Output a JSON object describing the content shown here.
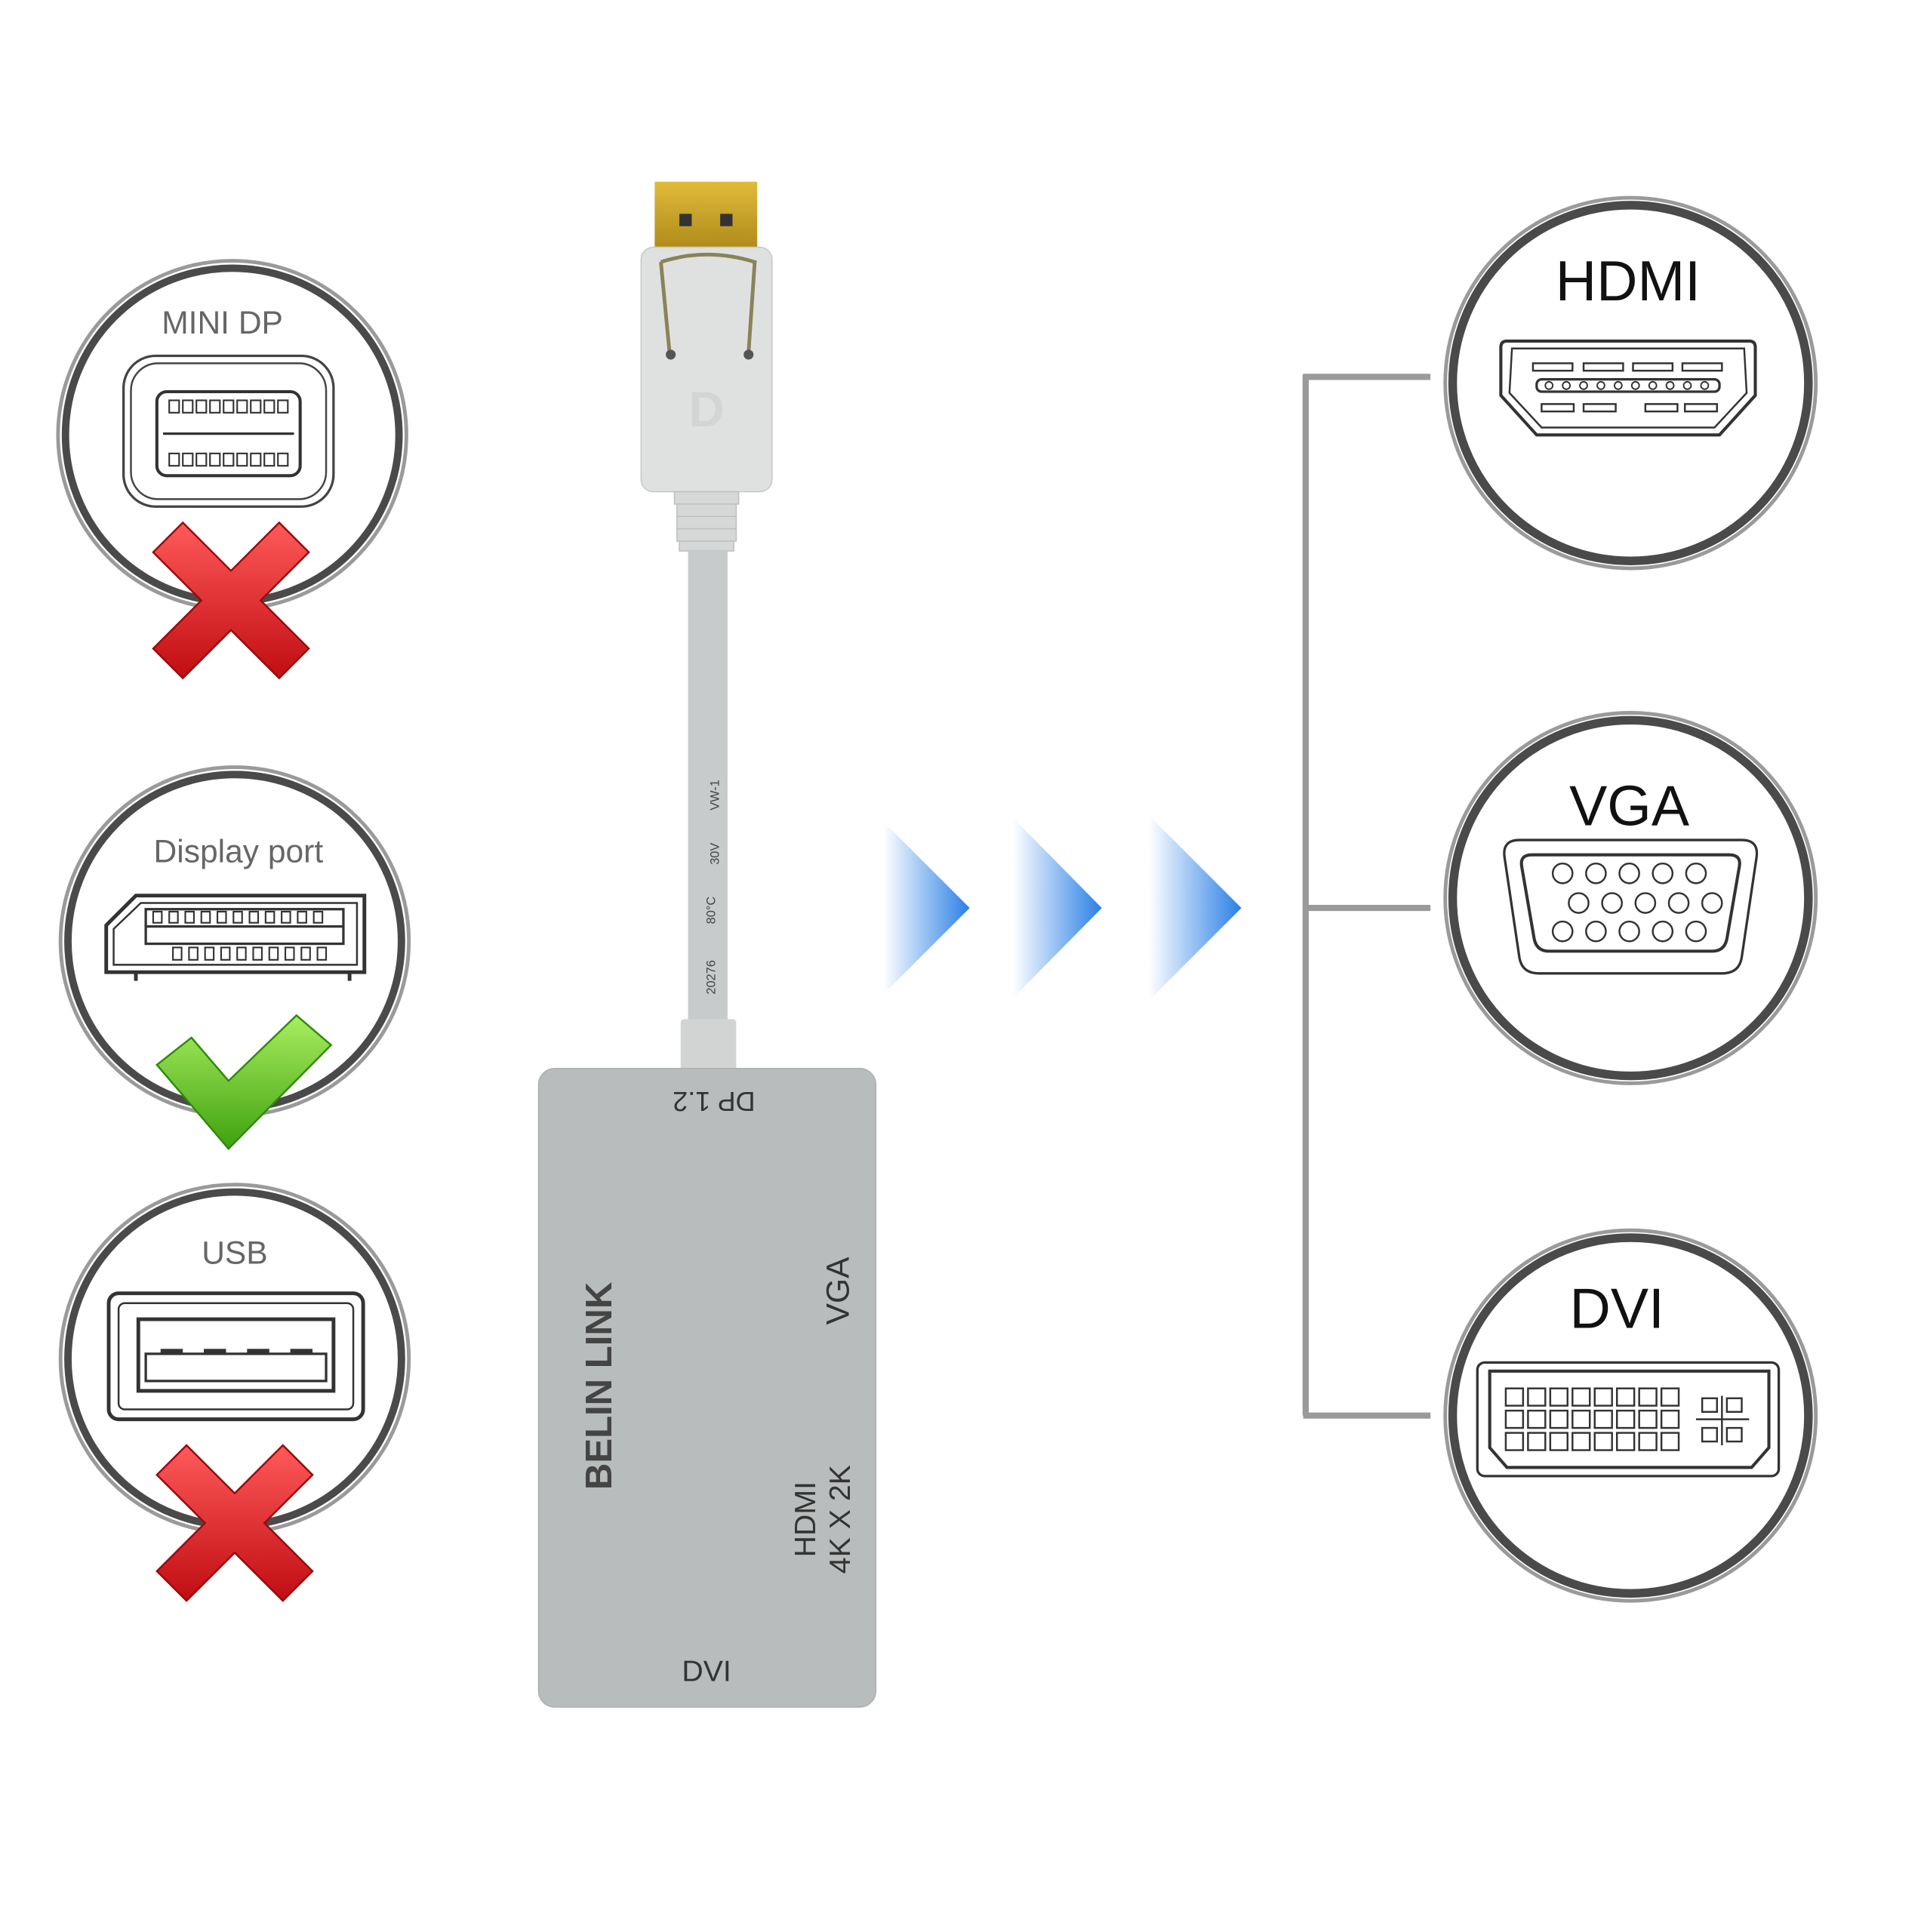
{
  "left_ports": [
    {
      "label": "MINI DP",
      "status": "incompatible",
      "status_icon": "red-x-icon"
    },
    {
      "label": "Display port",
      "status": "compatible",
      "status_icon": "green-check-icon"
    },
    {
      "label": "USB",
      "status": "incompatible",
      "status_icon": "red-x-icon"
    }
  ],
  "cable": {
    "markings": [
      "20276",
      "80°C",
      "30V",
      "VW-1"
    ]
  },
  "adapter": {
    "top_label": "DP 1.2",
    "brand": "BELIN LINK",
    "vga_label": "VGA",
    "hdmi_label": "HDMI",
    "hdmi_res": "4K X 2K",
    "dvi_label": "DVI"
  },
  "outputs": [
    {
      "label": "HDMI"
    },
    {
      "label": "VGA"
    },
    {
      "label": "DVI"
    }
  ],
  "colors": {
    "arrow_blue": "#2a7fe6",
    "cross_red": "#d9161c",
    "check_green": "#5cc21f",
    "plug_gold": "#c9a227",
    "adapter_gray": "#b9bcbc",
    "ring_dark": "#4a4a4a",
    "bracket_gray": "#9a9a9a"
  }
}
